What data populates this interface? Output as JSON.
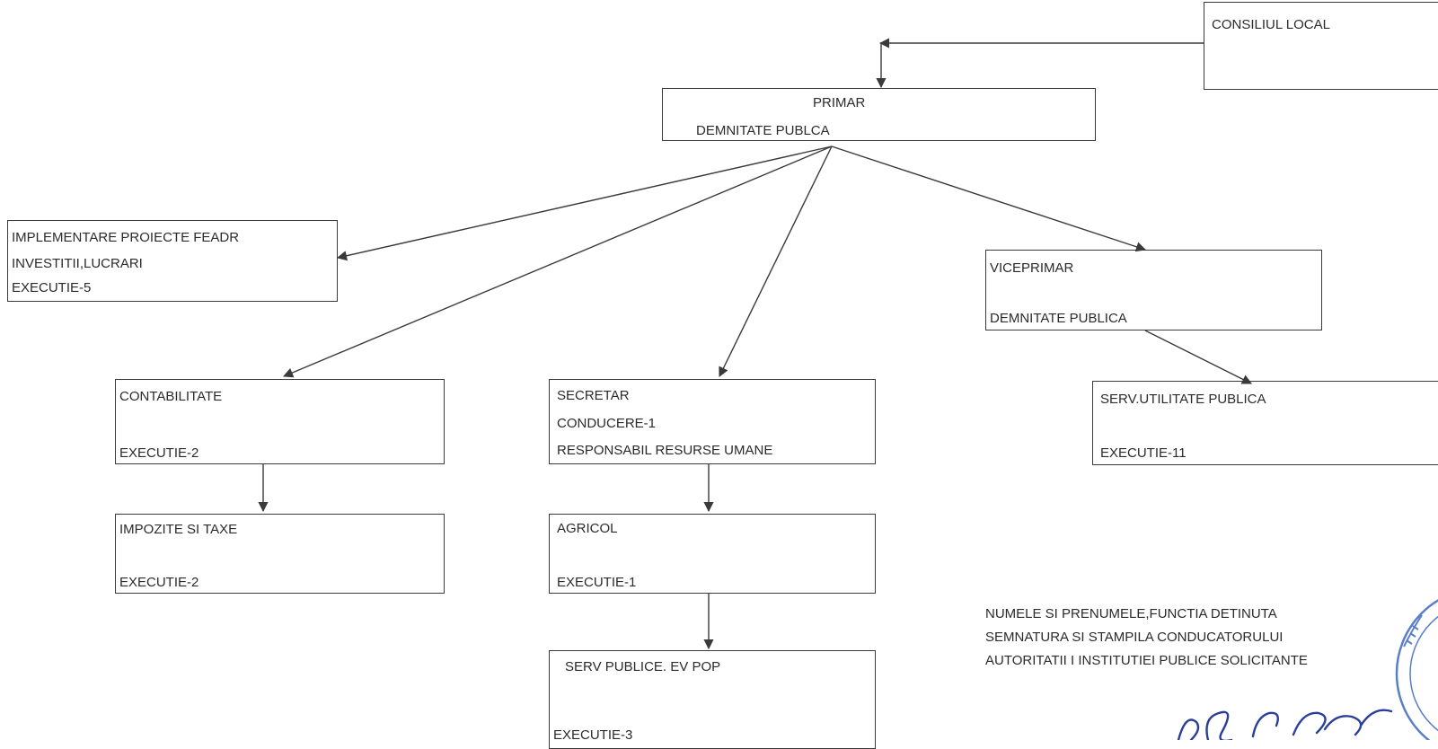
{
  "nodes": {
    "consiliul": {
      "line1": "CONSILIUL LOCAL"
    },
    "primar": {
      "line1": "PRIMAR",
      "line2": "DEMNITATE PUBLCA"
    },
    "implementare": {
      "line1": "IMPLEMENTARE PROIECTE FEADR",
      "line2": "INVESTITII,LUCRARI",
      "line3": "EXECUTIE-5"
    },
    "viceprimar": {
      "line1": "VICEPRIMAR",
      "line2": "DEMNITATE PUBLICA"
    },
    "contabilitate": {
      "line1": "CONTABILITATE",
      "line2": "EXECUTIE-2"
    },
    "secretar": {
      "line1": "SECRETAR",
      "line2": "CONDUCERE-1",
      "line3": "RESPONSABIL RESURSE UMANE"
    },
    "serv_utilitate": {
      "line1": "SERV.UTILITATE PUBLICA",
      "line2": "EXECUTIE-11"
    },
    "impozite": {
      "line1": "IMPOZITE SI TAXE",
      "line2": "EXECUTIE-2"
    },
    "agricol": {
      "line1": "AGRICOL",
      "line2": "EXECUTIE-1"
    },
    "serv_publice": {
      "line1": "SERV PUBLICE. EV POP",
      "line2": "EXECUTIE-3"
    }
  },
  "footer": {
    "line1": "NUMELE SI PRENUMELE,FUNCTIA DETINUTA",
    "line2": "SEMNATURA SI STAMPILA CONDUCATORULUI",
    "line3": "AUTORITATII I INSTITUTIEI PUBLICE SOLICITANTE"
  },
  "colors": {
    "line": "#3a3a3a",
    "text": "#2b2b2b",
    "stamp": "#5a7fc8",
    "signature": "#2a3f9a"
  },
  "icons": {
    "stamp": "stamp-icon",
    "signature": "signature-icon"
  }
}
